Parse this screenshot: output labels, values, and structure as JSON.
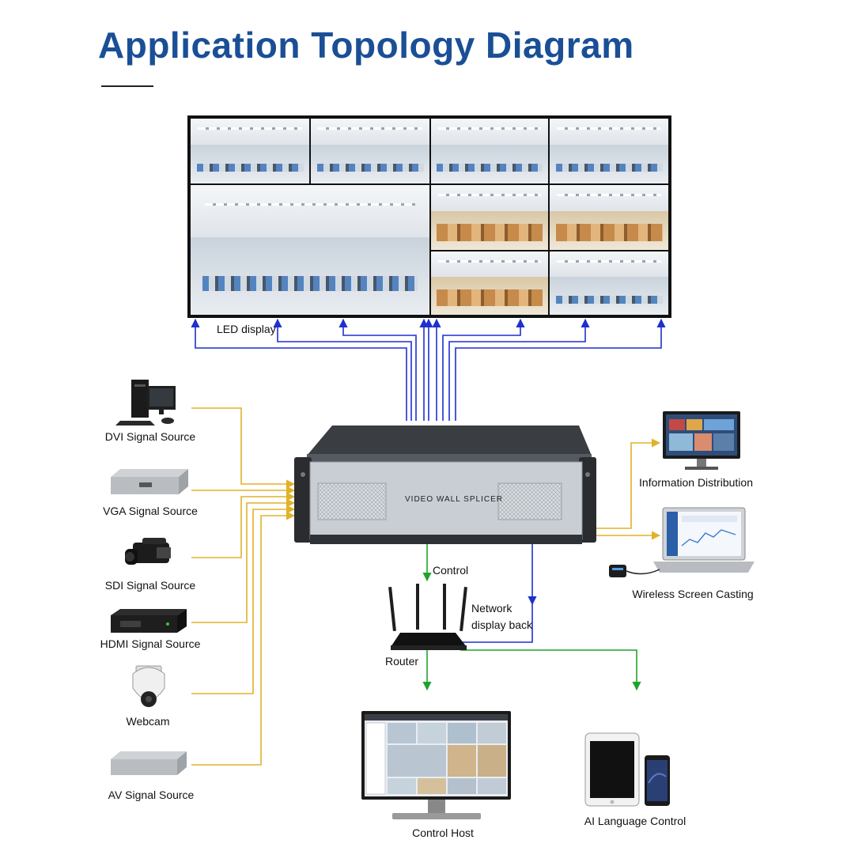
{
  "title": "Application Topology Diagram",
  "colors": {
    "title": "#1a4f96",
    "display_link": "#1f2fcf",
    "source_link": "#e0b22a",
    "control_link": "#1fa32b",
    "network_link": "#1f2fcf"
  },
  "led_display": {
    "label": "LED display"
  },
  "splicer": {
    "label": "VIDEO WALL SPLICER"
  },
  "inputs": [
    {
      "label": "DVI Signal Source",
      "icon": "desktop-computer-icon"
    },
    {
      "label": "VGA Signal Source",
      "icon": "vga-box-icon"
    },
    {
      "label": "SDI Signal Source",
      "icon": "camcorder-icon"
    },
    {
      "label": "HDMI Signal Source",
      "icon": "hdmi-box-icon"
    },
    {
      "label": "Webcam",
      "icon": "dome-camera-icon"
    },
    {
      "label": "AV Signal Source",
      "icon": "av-box-icon"
    }
  ],
  "outputs": [
    {
      "label": "Information Distribution",
      "icon": "monitor-icon"
    },
    {
      "label": "Wireless Screen Casting",
      "icon": "laptop-icon"
    }
  ],
  "network": {
    "control_label": "Control",
    "display_back_label_1": "Network",
    "display_back_label_2": "display back",
    "router_label": "Router",
    "control_host_label": "Control Host",
    "ai_label": "AI Language Control"
  }
}
